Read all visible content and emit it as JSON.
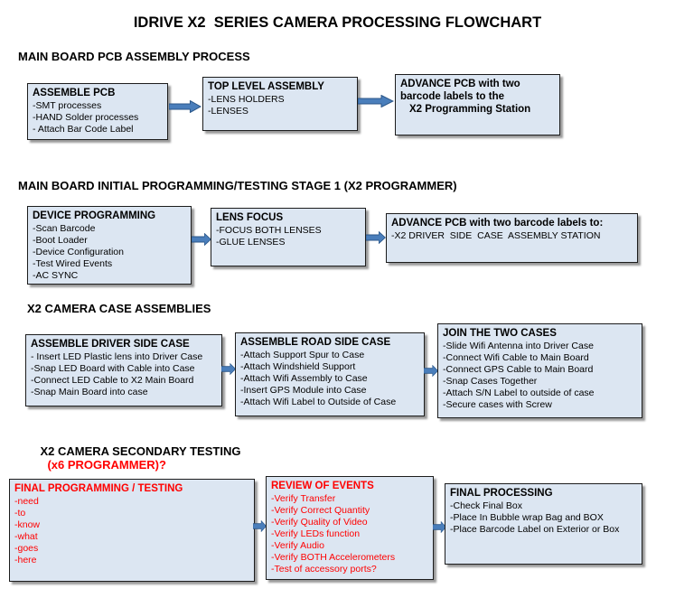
{
  "title": "IDRIVE X2  SERIES CAMERA PROCESSING FLOWCHART",
  "colors": {
    "box_fill": "#dce6f2",
    "box_border": "#1c1c1c",
    "box_shadow": "#9a9a9a",
    "arrow_fill": "#4a7ebb",
    "arrow_stroke": "#2c5788",
    "red_text": "#ff0000",
    "heading_text": "#000000"
  },
  "icons": {
    "flow_arrow": "right-arrow"
  },
  "sections": [
    {
      "heading": "MAIN BOARD PCB ASSEMBLY PROCESS",
      "boxes": [
        {
          "title": "ASSEMBLE PCB",
          "items": [
            "-SMT processes",
            "-HAND Solder processes",
            "- Attach Bar Code Label"
          ]
        },
        {
          "title": "TOP LEVEL ASSEMBLY",
          "items": [
            "-LENS HOLDERS",
            "-LENSES"
          ]
        },
        {
          "title": "ADVANCE PCB with two barcode labels to the",
          "subtitle": "X2 Programming Station",
          "items": []
        }
      ]
    },
    {
      "heading": "MAIN BOARD INITIAL PROGRAMMING/TESTING STAGE 1 (X2 PROGRAMMER)",
      "boxes": [
        {
          "title": "DEVICE PROGRAMMING",
          "items": [
            "-Scan Barcode",
            "-Boot Loader",
            "-Device Configuration",
            "-Test Wired Events",
            "-AC SYNC"
          ]
        },
        {
          "title": "LENS FOCUS",
          "items": [
            "-FOCUS BOTH LENSES",
            "-GLUE LENSES"
          ]
        },
        {
          "title": "ADVANCE PCB with two barcode labels to:",
          "items": [
            "-X2 DRIVER  SIDE  CASE  ASSEMBLY STATION"
          ]
        }
      ]
    },
    {
      "heading": "X2 CAMERA CASE ASSEMBLIES",
      "boxes": [
        {
          "title": "ASSEMBLE DRIVER SIDE CASE",
          "items": [
            "- Insert LED Plastic lens into Driver Case",
            "-Snap LED Board with Cable into Case",
            "-Connect LED Cable to X2 Main Board",
            "-Snap Main Board into case"
          ]
        },
        {
          "title": "ASSEMBLE ROAD SIDE CASE",
          "items": [
            "-Attach Support Spur to Case",
            "-Attach Windshield Support",
            "-Attach Wifi Assembly to Case",
            "-Insert GPS Module into Case",
            "-Attach Wifi Label to Outside of Case"
          ]
        },
        {
          "title": "JOIN THE TWO CASES",
          "items": [
            "-Slide Wifi Antenna into Driver Case",
            "-Connect Wifi Cable to Main Board",
            "-Connect GPS Cable to Main Board",
            "-Snap Cases Together",
            "-Attach S/N Label to outside of case",
            "-Secure cases with Screw"
          ]
        }
      ]
    },
    {
      "heading": "X2 CAMERA SECONDARY TESTING",
      "heading_red": "(x6 PROGRAMMER)?",
      "boxes": [
        {
          "title": "FINAL PROGRAMMING / TESTING",
          "text_color": "#ff0000",
          "items": [
            "-need",
            "-to",
            "-know",
            "-what",
            "-goes",
            "-here"
          ]
        },
        {
          "title": "REVIEW OF EVENTS",
          "text_color": "#ff0000",
          "items": [
            "-Verify Transfer",
            "-Verify Correct Quantity",
            "-Verify Quality of Video",
            "-Verify LEDs function",
            "-Verify Audio",
            "-Verify BOTH Accelerometers",
            "-Test of accessory ports?"
          ]
        },
        {
          "title": "FINAL PROCESSING",
          "items": [
            "-Check Final Box",
            "-Place In Bubble wrap Bag and BOX",
            "-Place Barcode Label on Exterior or Box"
          ]
        }
      ]
    }
  ]
}
